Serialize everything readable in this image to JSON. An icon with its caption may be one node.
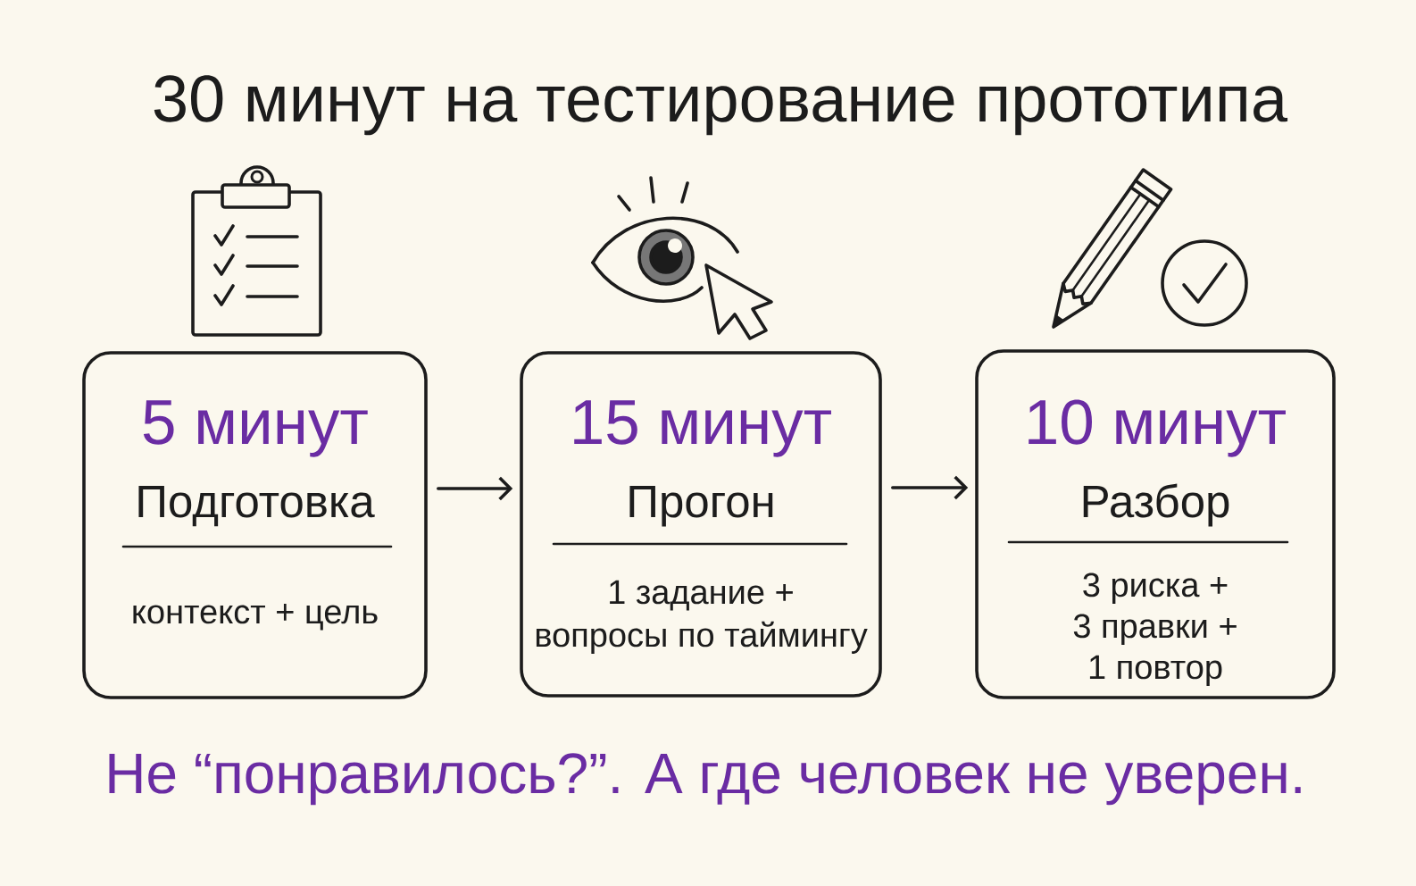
{
  "diagram": {
    "title": "30 минут на тестирование прототипа",
    "nodes": [
      {
        "text": [
          "5 минут",
          "Подготовка",
          "контекст + цель"
        ]
      },
      {
        "text": [
          "15 минут",
          "Прогон",
          "1 задание + вопросы по таймингу"
        ]
      },
      {
        "text": [
          "10 минут",
          "Разбор",
          "3 риска + 3 правки + 1 повтор"
        ]
      }
    ],
    "edges": [
      {
        "from": 0,
        "to": 1,
        "arrow": "to"
      },
      {
        "from": 1,
        "to": 2,
        "arrow": "to"
      }
    ],
    "caption": "Не “понравилось?”. А где человек не уверен."
  }
}
